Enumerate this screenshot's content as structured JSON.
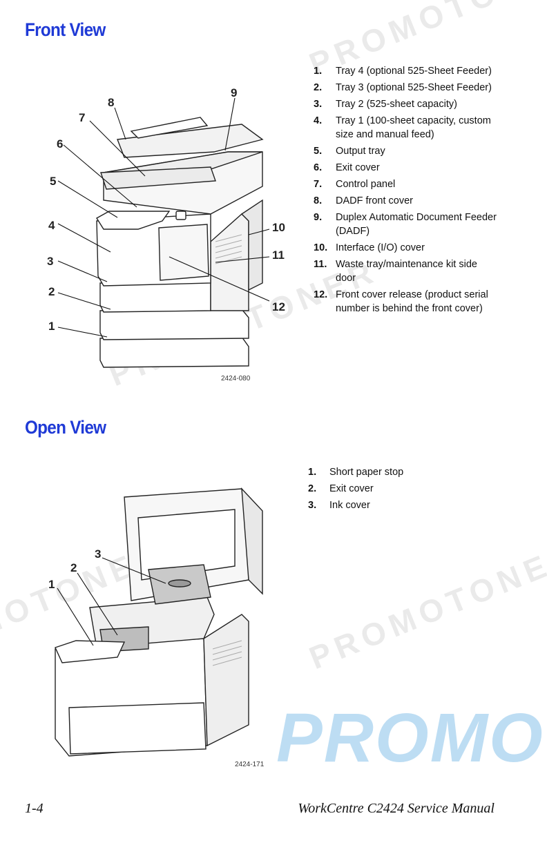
{
  "front_view": {
    "title": "Front View",
    "figure_code": "2424-080",
    "callouts": [
      "1",
      "2",
      "3",
      "4",
      "5",
      "6",
      "7",
      "8",
      "9",
      "10",
      "11",
      "12"
    ],
    "items": [
      {
        "num": "1.",
        "text": "Tray 4 (optional 525-Sheet Feeder)"
      },
      {
        "num": "2.",
        "text": "Tray 3 (optional 525-Sheet Feeder)"
      },
      {
        "num": "3.",
        "text": "Tray 2 (525-sheet capacity)"
      },
      {
        "num": "4.",
        "text": "Tray 1 (100-sheet capacity, custom size and manual feed)"
      },
      {
        "num": "5.",
        "text": "Output tray"
      },
      {
        "num": "6.",
        "text": "Exit cover"
      },
      {
        "num": "7.",
        "text": "Control panel"
      },
      {
        "num": "8.",
        "text": "DADF front cover"
      },
      {
        "num": "9.",
        "text": "Duplex Automatic Document Feeder (DADF)"
      },
      {
        "num": "10.",
        "text": "Interface (I/O) cover"
      },
      {
        "num": "11.",
        "text": "Waste tray/maintenance kit side door"
      },
      {
        "num": "12.",
        "text": "Front cover release (product serial number is behind the front cover)"
      }
    ]
  },
  "open_view": {
    "title": "Open View",
    "figure_code": "2424-171",
    "callouts": [
      "1",
      "2",
      "3"
    ],
    "items": [
      {
        "num": "1.",
        "text": "Short paper stop"
      },
      {
        "num": "2.",
        "text": "Exit cover"
      },
      {
        "num": "3.",
        "text": "Ink cover"
      }
    ]
  },
  "footer": {
    "page_number": "1-4",
    "manual_title": "WorkCentre C2424 Service Manual"
  },
  "watermark": {
    "text": "PROMOTONER",
    "big_text": "PROMOT"
  }
}
